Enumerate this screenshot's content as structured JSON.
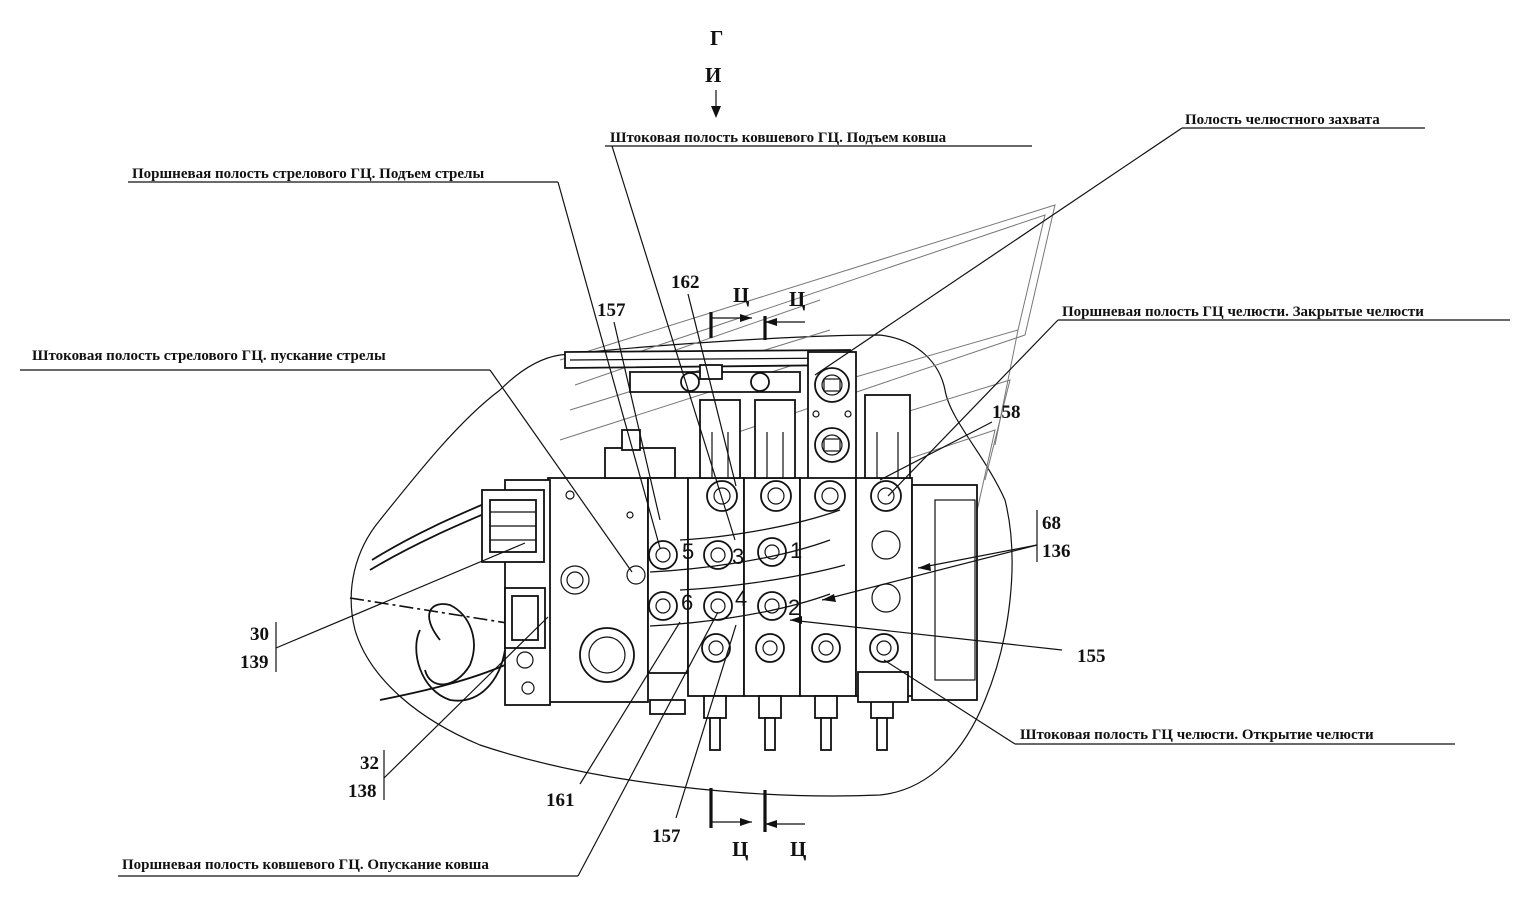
{
  "view_marks": {
    "view_g": "Г",
    "view_i": "И"
  },
  "section_letter": "Ц",
  "callouts": {
    "rod_bucket_lift": "Штоковая полость ковшевого ГЦ. Подъем ковша",
    "jaw_grip_cavity": "Полость челюстного захвата",
    "piston_boom_lift": "Поршневая полость стрелового ГЦ. Подъем стрелы",
    "piston_jaw_closed": "Поршневая полость ГЦ челюсти. Закрытые челюсти",
    "rod_boom_lowering": "Штоковая полость стрелового ГЦ. пускание стрелы",
    "rod_jaw_open": "Штоковая полость ГЦ челюсти. Открытие челюсти",
    "piston_bucket_lowering": "Поршневая полость ковшевого ГЦ. Опускание ковша"
  },
  "part_numbers": {
    "p157_top": "157",
    "p162": "162",
    "p158": "158",
    "p68": "68",
    "p136": "136",
    "p155": "155",
    "p30": "30",
    "p139": "139",
    "p32": "32",
    "p138": "138",
    "p161": "161",
    "p157_bottom": "157"
  },
  "port_labels": [
    "5",
    "3",
    "1",
    "6",
    "4",
    "2"
  ]
}
